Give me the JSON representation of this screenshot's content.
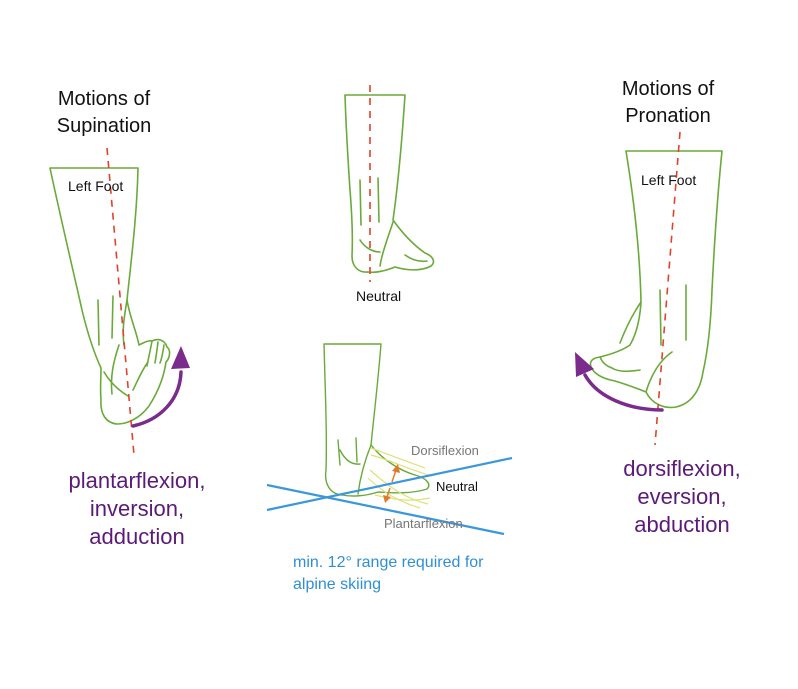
{
  "supination": {
    "heading_line1": "Motions of",
    "heading_line2": "Supination",
    "foot_label": "Left Foot",
    "motions": [
      "plantarflexion,",
      "inversion,",
      "adduction"
    ]
  },
  "neutral": {
    "label": "Neutral"
  },
  "pronation": {
    "heading_line1": "Motions of",
    "heading_line2": "Pronation",
    "foot_label": "Left Foot",
    "motions": [
      "dorsiflexion,",
      "eversion,",
      "abduction"
    ]
  },
  "range": {
    "dorsiflexion_label": "Dorsiflexion",
    "neutral_label": "Neutral",
    "plantarflexion_label": "Plantarflexion",
    "note_line1": "min. 12° range required for",
    "note_line2": "alpine skiing"
  },
  "colors": {
    "foot_outline": "#6aaa3a",
    "axis_line": "#e0432a",
    "motion_text": "#5c1a78",
    "arrow": "#7a2b8c",
    "range_line": "#3b97dc",
    "range_label": "#777777",
    "small_arrow": "#e07a28",
    "foot_ghost": "#dde27a"
  }
}
